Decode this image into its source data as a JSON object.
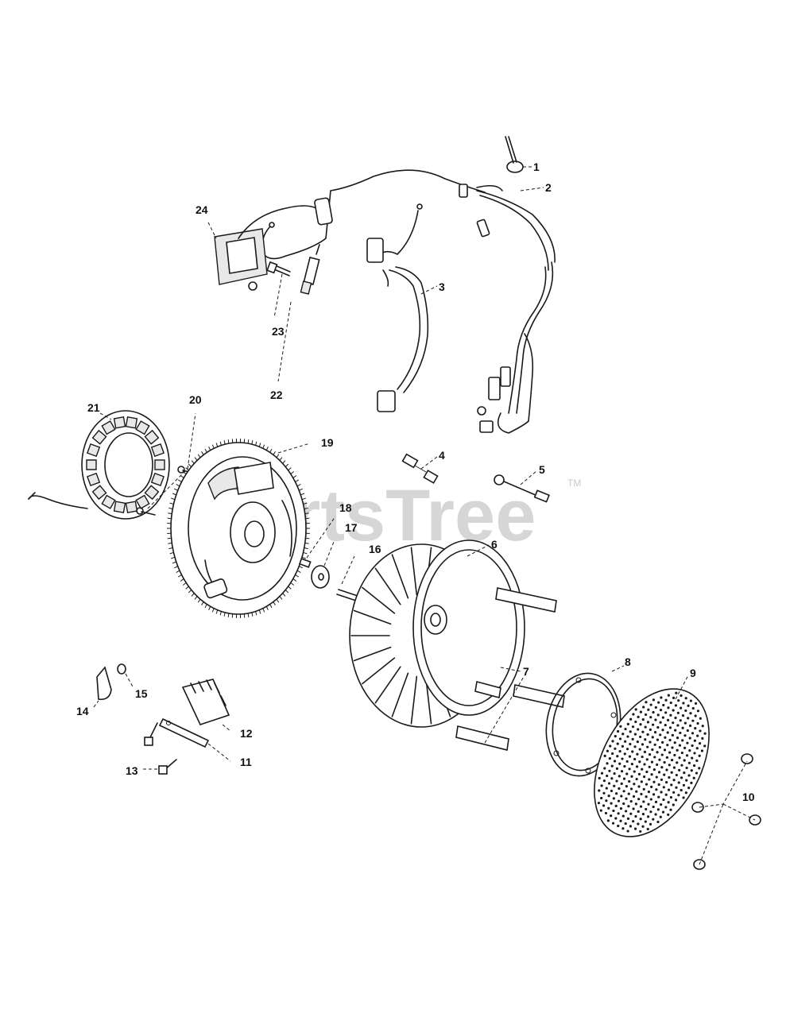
{
  "watermark": {
    "text": "PartsTree",
    "trademark": "TM"
  },
  "callouts": [
    {
      "label": "1"
    },
    {
      "label": "2"
    },
    {
      "label": "3"
    },
    {
      "label": "4"
    },
    {
      "label": "5"
    },
    {
      "label": "6"
    },
    {
      "label": "7"
    },
    {
      "label": "8"
    },
    {
      "label": "9"
    },
    {
      "label": "10"
    },
    {
      "label": "11"
    },
    {
      "label": "12"
    },
    {
      "label": "13"
    },
    {
      "label": "14"
    },
    {
      "label": "15"
    },
    {
      "label": "16"
    },
    {
      "label": "17"
    },
    {
      "label": "18"
    },
    {
      "label": "19"
    },
    {
      "label": "20"
    },
    {
      "label": "21"
    },
    {
      "label": "22"
    },
    {
      "label": "23"
    },
    {
      "label": "24"
    }
  ],
  "colors": {
    "line": "#1a1a1a",
    "watermark": "#c9c9c9",
    "background": "#ffffff"
  }
}
